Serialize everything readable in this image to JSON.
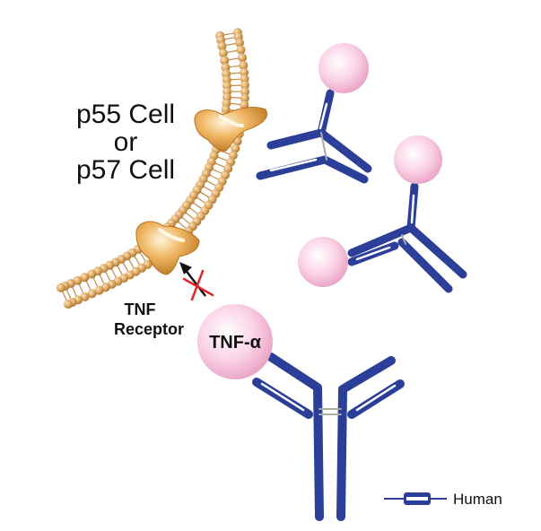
{
  "cell_label": {
    "line1": "p55 Cell",
    "line2": "or",
    "line3": "p57 Cell"
  },
  "receptor_label": {
    "line1": "TNF",
    "line2": "Receptor"
  },
  "ligand_label": "TNF-α",
  "legend": {
    "label": "Human"
  },
  "colors": {
    "membrane": "#d9a35e",
    "receptor": "#e6a24f",
    "antibody": "#2b3f99",
    "antigen": "#f7c6dc",
    "block_mark": "#e0262b"
  }
}
